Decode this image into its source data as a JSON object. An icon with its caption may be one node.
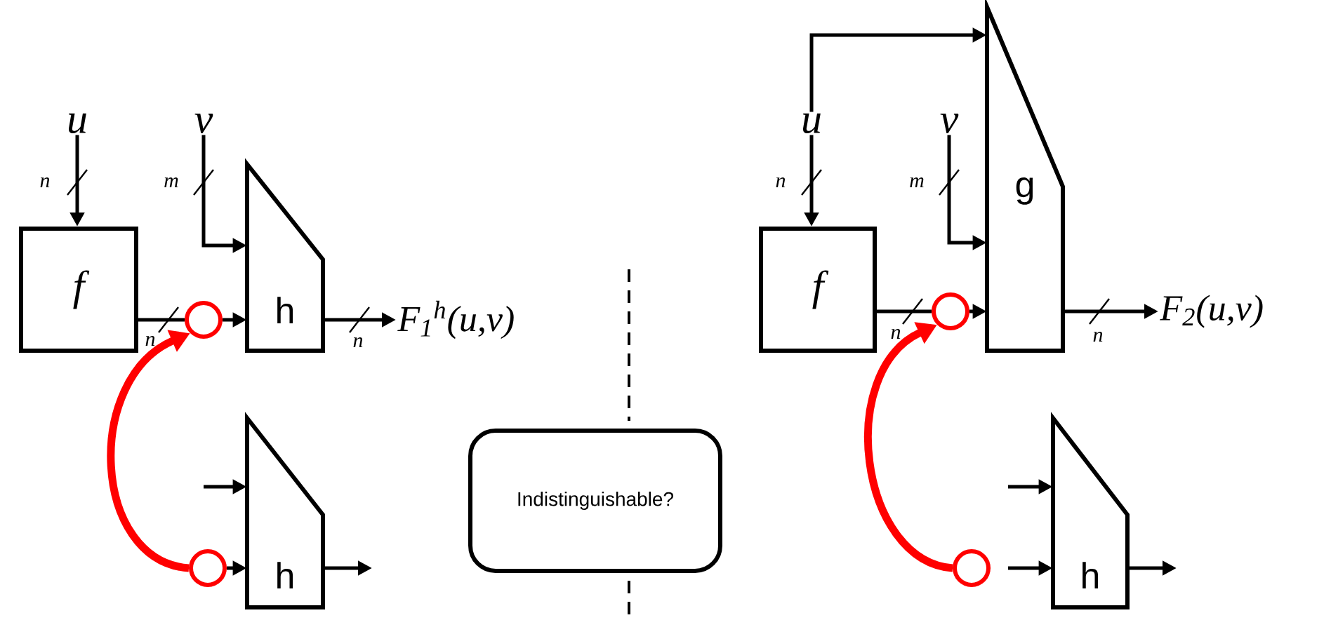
{
  "diagram": {
    "nodes": [
      {
        "text": [
          "u"
        ]
      },
      {
        "text": [
          "v"
        ]
      },
      {
        "text": [
          "f"
        ]
      },
      {
        "text": [
          "h"
        ]
      },
      {
        "text": [
          "F$_{1}$$^{h}$(u,v)"
        ]
      },
      {
        "text": [],
        "shape": "circle"
      },
      {
        "text": [
          "h"
        ]
      },
      {
        "text": [],
        "shape": "circle"
      },
      {
        "text": [
          "Indistinguishable?"
        ]
      },
      {
        "text": [
          "u"
        ]
      },
      {
        "text": [
          "v"
        ]
      },
      {
        "text": [
          "f"
        ]
      },
      {
        "text": [
          "g"
        ]
      },
      {
        "text": [
          "F$_{2}$(u,v)"
        ]
      },
      {
        "text": [],
        "shape": "circle"
      },
      {
        "text": [
          "h"
        ]
      },
      {
        "text": [],
        "shape": "circle"
      }
    ],
    "edges": [
      {
        "from": 0,
        "to": 2,
        "arrow": "to",
        "label": "n"
      },
      {
        "from": 1,
        "to": 3,
        "arrow": "to",
        "label": "m"
      },
      {
        "from": 2,
        "to": 5,
        "arrow": "none",
        "label": "n"
      },
      {
        "from": 5,
        "to": 3,
        "arrow": "to"
      },
      {
        "from": 3,
        "to": 4,
        "arrow": "to",
        "label": "n"
      },
      {
        "from": 7,
        "to": 5,
        "arrow": "to",
        "style": "thick",
        "color": "#ff0000"
      },
      {
        "from": null,
        "to": 6,
        "arrow": "to"
      },
      {
        "from": 7,
        "to": 6,
        "arrow": "to"
      },
      {
        "from": 6,
        "to": null,
        "arrow": "to"
      },
      {
        "from": 9,
        "to": 11,
        "arrow": "to",
        "label": "n"
      },
      {
        "from": 9,
        "to": 12,
        "arrow": "to"
      },
      {
        "from": 10,
        "to": 12,
        "arrow": "to",
        "label": "m"
      },
      {
        "from": 11,
        "to": 14,
        "arrow": "none",
        "label": "n"
      },
      {
        "from": 14,
        "to": 12,
        "arrow": "to"
      },
      {
        "from": 12,
        "to": 13,
        "arrow": "to",
        "label": "n"
      },
      {
        "from": 16,
        "to": 14,
        "arrow": "to",
        "style": "thick",
        "color": "#ff0000"
      },
      {
        "from": null,
        "to": 15,
        "arrow": "to"
      },
      {
        "from": null,
        "to": 15,
        "arrow": "to"
      },
      {
        "from": 15,
        "to": null,
        "arrow": "to"
      }
    ]
  }
}
